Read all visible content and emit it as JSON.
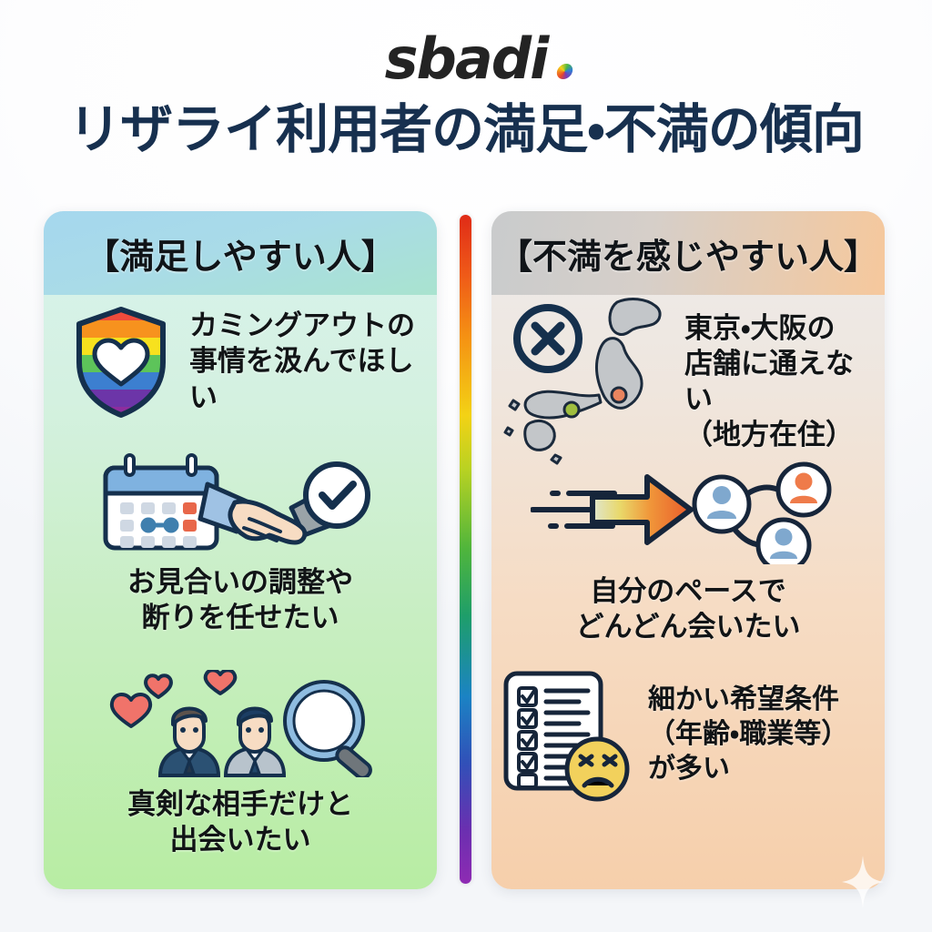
{
  "brand": {
    "name": "sbadi",
    "dot_icon": "rainbow-dot-icon"
  },
  "title": "リザライ利用者の満足・不満の傾向",
  "colors": {
    "title": "#17304f",
    "left_header": "#a5d7ee",
    "left_body": "#b8eda3",
    "right_header": "#f6c89c",
    "right_body": "#f6cfab",
    "divider": "rainbow-gradient",
    "text": "#111416"
  },
  "panels": [
    {
      "id": "satisfied",
      "header": "【満足しやすい人】",
      "items": [
        {
          "icon": "rainbow-shield-heart-icon",
          "text": "カミングアウトの\n事情を汲んでほしい",
          "layout": "icon-left"
        },
        {
          "icon": "calendar-handshake-check-icon",
          "text": "お見合いの調整や\n断りを任せたい",
          "layout": "icon-top"
        },
        {
          "icon": "two-men-hearts-magnifier-icon",
          "text": "真剣な相手だけと\n出会いたい",
          "layout": "icon-top"
        }
      ]
    },
    {
      "id": "dissatisfied",
      "header": "【不満を感じやすい人】",
      "items": [
        {
          "icon": "japan-map-cross-icon",
          "text": "東京・大阪の\n店舗に通えない\n（地方在住）",
          "layout": "icon-left"
        },
        {
          "icon": "fast-arrow-people-network-icon",
          "text": "自分のペースで\nどんどん会いたい",
          "layout": "icon-top"
        },
        {
          "icon": "checklist-frustrated-face-icon",
          "text": "細かい希望条件\n（年齢・職業等）\nが多い",
          "layout": "icon-left"
        }
      ]
    }
  ],
  "decoration": {
    "sparkle_icon": "sparkle-icon"
  }
}
